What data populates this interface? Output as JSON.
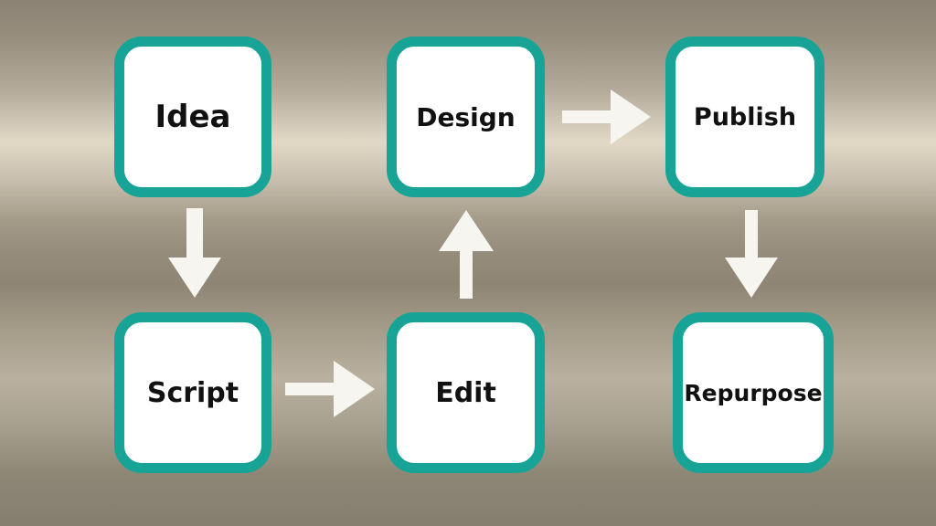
{
  "colors": {
    "node_border": "#17a497",
    "node_fill": "#ffffff",
    "arrow": "#f7f5f0",
    "text": "#111111"
  },
  "nodes": {
    "idea": "Idea",
    "design": "Design",
    "publish": "Publish",
    "script": "Script",
    "edit": "Edit",
    "repurpose": "Repurpose"
  },
  "edges": [
    {
      "from": "Idea",
      "to": "Script"
    },
    {
      "from": "Script",
      "to": "Edit"
    },
    {
      "from": "Edit",
      "to": "Design"
    },
    {
      "from": "Design",
      "to": "Publish"
    },
    {
      "from": "Publish",
      "to": "Repurpose"
    }
  ]
}
